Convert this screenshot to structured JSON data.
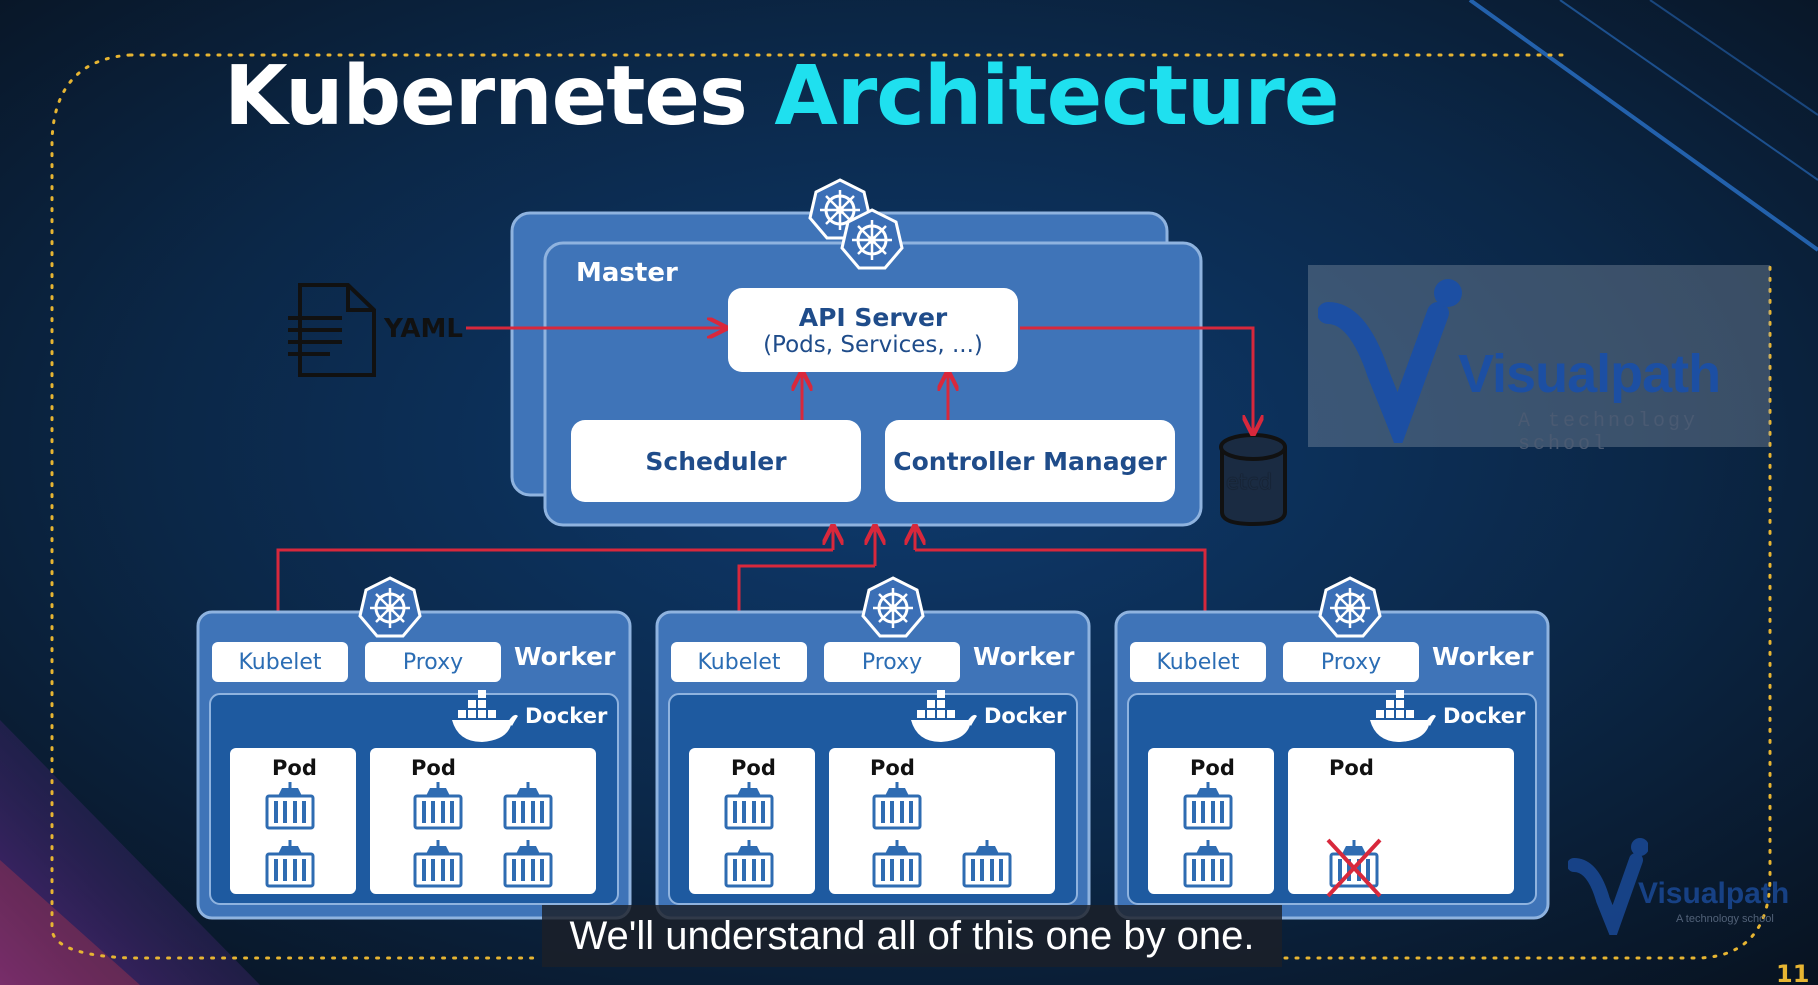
{
  "title": {
    "part1": "Kubernetes",
    "part2": "Architecture"
  },
  "yaml_label": "YAML",
  "master": {
    "label": "Master",
    "api_server": {
      "line1": "API Server",
      "line2": "(Pods, Services, ...)"
    },
    "scheduler": "Scheduler",
    "controller_manager": "Controller Manager"
  },
  "etcd_label": "etcd",
  "workers": [
    {
      "title": "Worker",
      "kubelet": "Kubelet",
      "proxy": "Proxy",
      "runtime": "Docker",
      "pod1": "Pod",
      "pod2": "Pod"
    },
    {
      "title": "Worker",
      "kubelet": "Kubelet",
      "proxy": "Proxy",
      "runtime": "Docker",
      "pod1": "Pod",
      "pod2": "Pod"
    },
    {
      "title": "Worker",
      "kubelet": "Kubelet",
      "proxy": "Proxy",
      "runtime": "Docker",
      "pod1": "Pod",
      "pod2": "Pod"
    }
  ],
  "watermark": {
    "brand": "Visualpath",
    "tagline": "A technology school"
  },
  "subtitle": "We'll understand all of this one by one.",
  "slide_number": "11",
  "colors": {
    "title_accent": "#1fe0ef",
    "arrow": "#d8283c",
    "panel": "#3f74b8",
    "panel_dark": "#1e5aa0"
  }
}
